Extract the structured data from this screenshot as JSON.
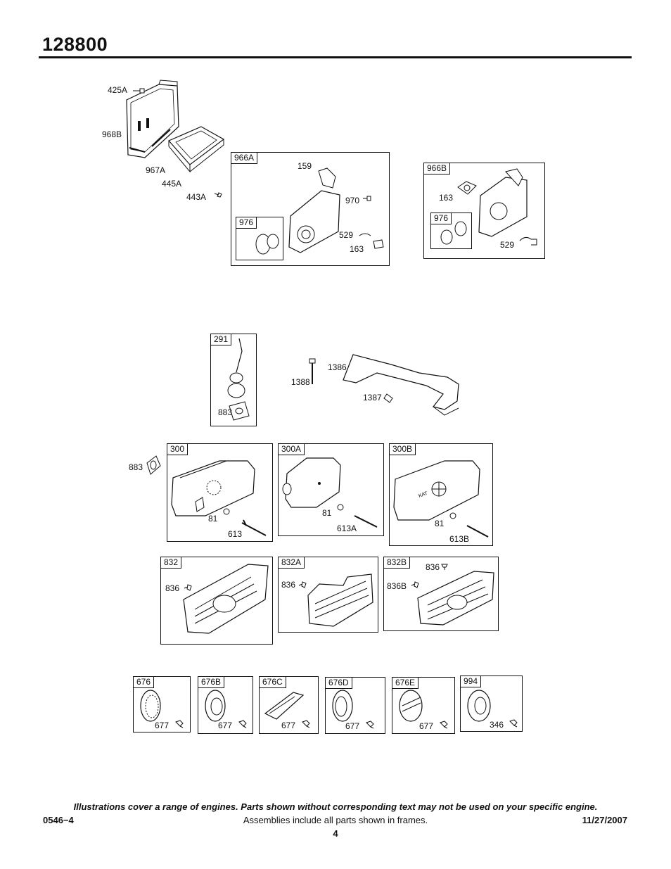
{
  "header": {
    "model": "128800"
  },
  "frames": {
    "f966A": "966A",
    "f976a": "976",
    "f966B": "966B",
    "f976b": "976",
    "f291": "291",
    "f300": "300",
    "f300A": "300A",
    "f300B": "300B",
    "f832": "832",
    "f832A": "832A",
    "f832B": "832B",
    "f676": "676",
    "f676B": "676B",
    "f676C": "676C",
    "f676D": "676D",
    "f676E": "676E",
    "f994": "994"
  },
  "labels": {
    "l425A": "425A",
    "l968B": "968B",
    "l967A": "967A",
    "l445A": "445A",
    "l443A": "443A",
    "l159": "159",
    "l970": "970",
    "l529a": "529",
    "l163a": "163",
    "l163b": "163",
    "l529b": "529",
    "l883a": "883",
    "l1386": "1386",
    "l1388": "1388",
    "l1387": "1387",
    "l883b": "883",
    "l81a": "81",
    "l613": "613",
    "l81b": "81",
    "l613A": "613A",
    "l81c": "81",
    "l613B": "613B",
    "l836a": "836",
    "l836b": "836",
    "l836c": "836",
    "l836B": "836B",
    "l677a": "677",
    "l677b": "677",
    "l677c": "677",
    "l677d": "677",
    "l677e": "677",
    "l346": "346"
  },
  "footer": {
    "note": "Illustrations cover a range of engines. Parts shown without corresponding text may not be used on your specific engine.",
    "doc_number": "0546−4",
    "assemblies": "Assemblies include all parts shown in frames.",
    "date": "11/27/2007",
    "page": "4"
  }
}
